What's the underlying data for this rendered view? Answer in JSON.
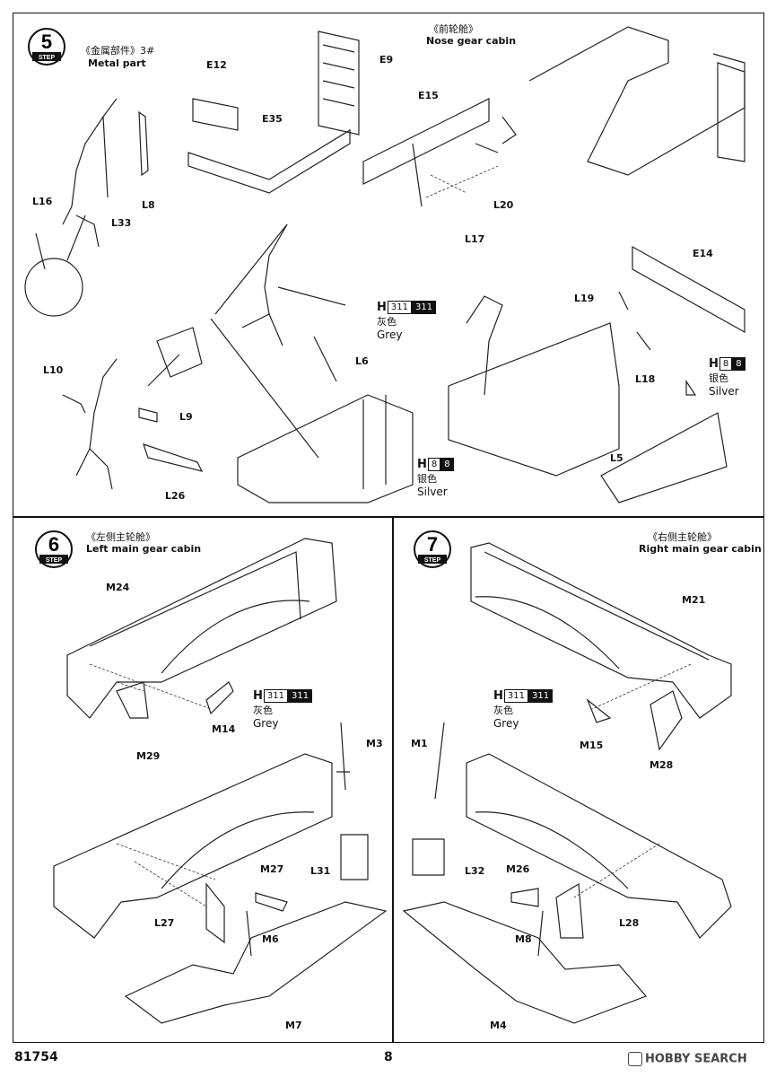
{
  "step5": {
    "number": "5",
    "badge": "STEP",
    "metal_cn": "《金属部件》3#",
    "metal_en": "Metal part",
    "nose_cn": "《前轮舱》",
    "nose_en": "Nose gear cabin",
    "labels": [
      "E12",
      "E9",
      "E35",
      "E15",
      "L16",
      "L8",
      "L33",
      "L20",
      "L17",
      "E14",
      "L19",
      "L18",
      "L10",
      "L9",
      "L26",
      "L6",
      "L5"
    ],
    "paint_grey": {
      "code": "H",
      "box1": "311",
      "box2": "311",
      "cn": "灰色",
      "en": "Grey"
    },
    "paint_silver1": {
      "code": "H",
      "box1": "8",
      "box2": "8",
      "cn": "银色",
      "en": "Silver"
    },
    "paint_silver2": {
      "code": "H",
      "box1": "8",
      "box2": "8",
      "cn": "银色",
      "en": "Silver"
    }
  },
  "step6": {
    "number": "6",
    "badge": "STEP",
    "title_cn": "《左侧主轮舱》",
    "title_en": "Left main gear cabin",
    "labels": [
      "M24",
      "M14",
      "M29",
      "M3",
      "M27",
      "L31",
      "L27",
      "M6",
      "M7"
    ],
    "paint_grey": {
      "code": "H",
      "box1": "311",
      "box2": "311",
      "cn": "灰色",
      "en": "Grey"
    }
  },
  "step7": {
    "number": "7",
    "badge": "STEP",
    "title_cn": "《右侧主轮舱》",
    "title_en": "Right main gear cabin",
    "labels": [
      "M21",
      "M1",
      "M15",
      "M28",
      "L32",
      "M26",
      "M8",
      "L28",
      "M4"
    ],
    "paint_grey": {
      "code": "H",
      "box1": "311",
      "box2": "311",
      "cn": "灰色",
      "en": "Grey"
    }
  },
  "footer": {
    "product_code": "81754",
    "page_number": "8",
    "watermark": "HOBBY SEARCH"
  }
}
